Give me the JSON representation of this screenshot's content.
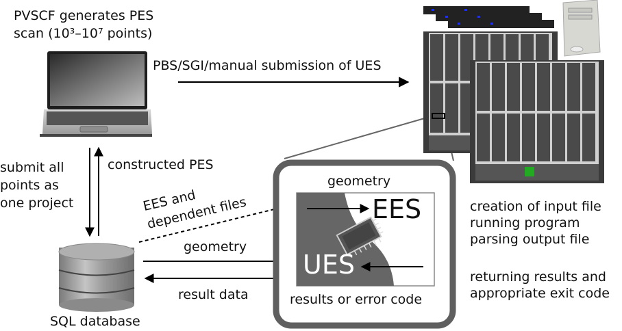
{
  "title_lines": [
    "PVSCF generates PES",
    "scan (10³–10⁷ points)"
  ],
  "submission_label": "PBS/SGI/manual submission of UES",
  "submit_lines": [
    "submit all",
    "points as",
    "one project"
  ],
  "constructed_label": "constructed PES",
  "ees_files_lines": [
    "EES and",
    "dependent files"
  ],
  "geometry_arrow_label": "geometry",
  "result_data_label": "result data",
  "database_label": "SQL database",
  "node_box": {
    "geometry_label": "geometry",
    "ees_label": "EES",
    "ues_label": "UES",
    "results_label": "results or error code"
  },
  "process_lines": [
    "creation of input file",
    "running program",
    "parsing output file"
  ],
  "return_lines": [
    "returning results and",
    "appropriate exit code"
  ],
  "colors": {
    "box_border": "#5f5f5f",
    "ues_fill": "#666666",
    "arrow": "#000000"
  }
}
